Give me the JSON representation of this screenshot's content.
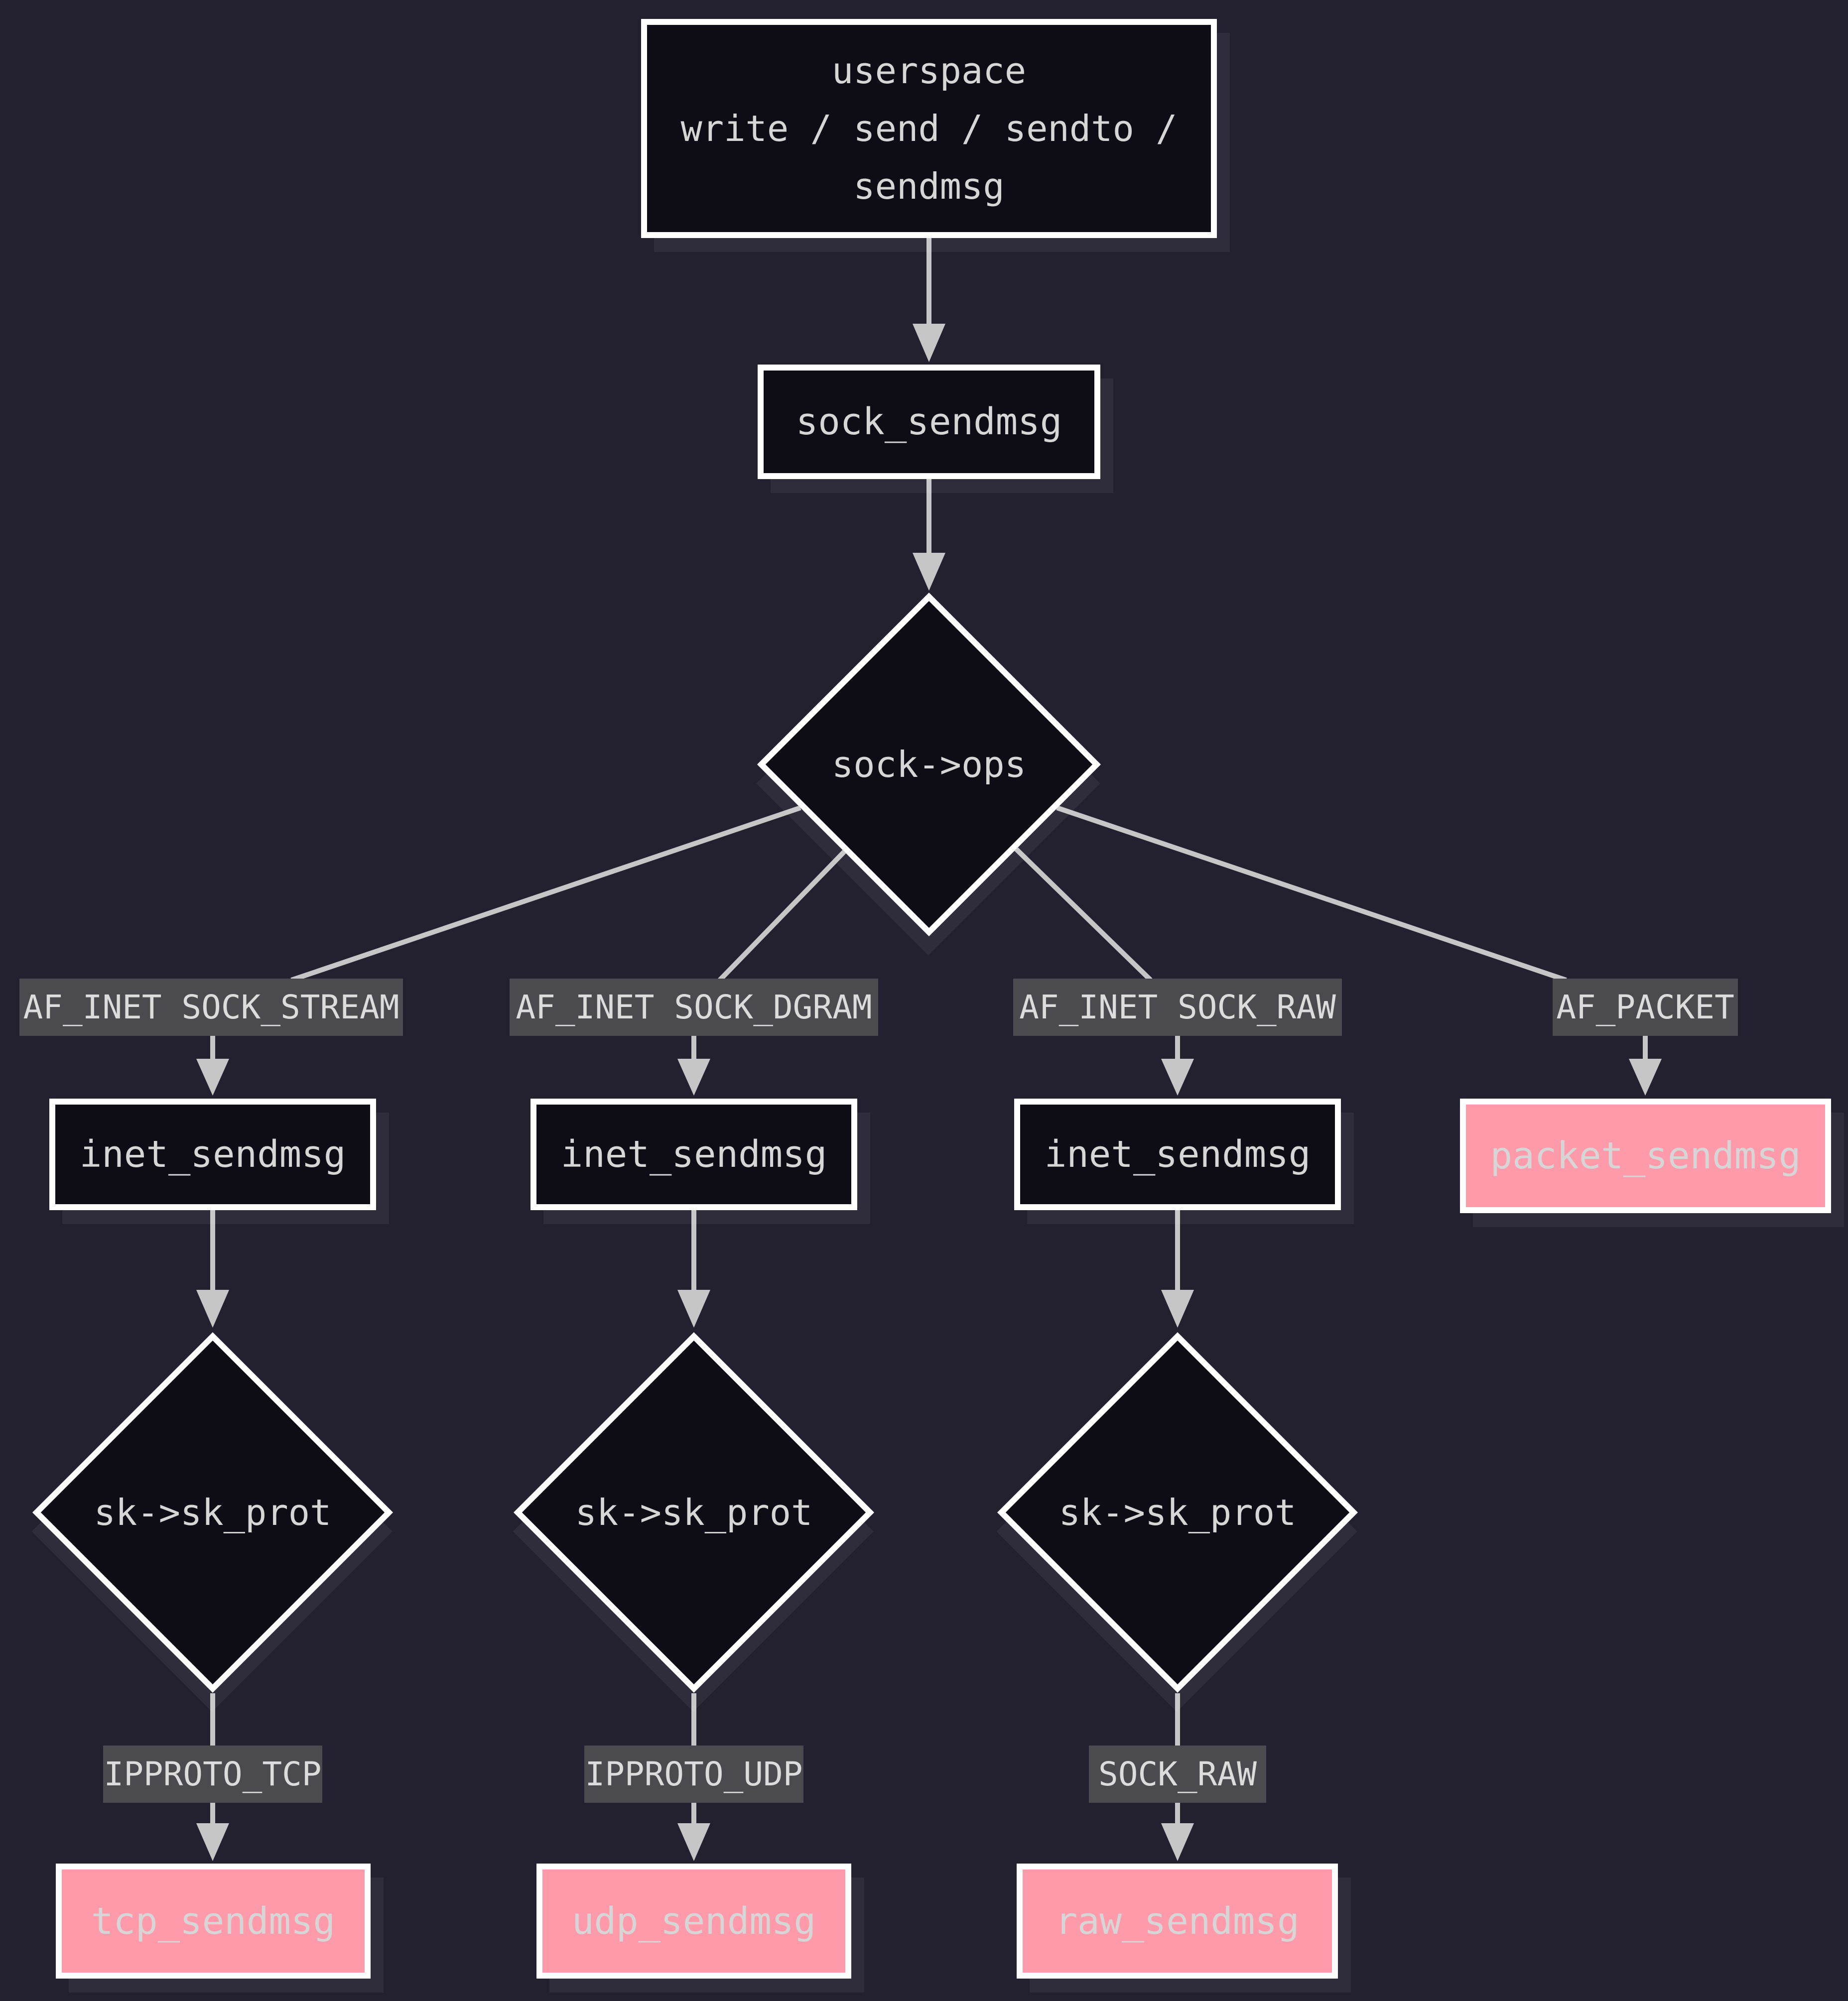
{
  "colors": {
    "background": "#232030",
    "node_fill": "#0e0c14",
    "node_border": "#ffffff",
    "node_text": "#d6d6d6",
    "pink_fill": "#ff9aab",
    "edge_line": "#c6c6c6",
    "edge_label_bg": "#4a4a4f",
    "edge_label_text": "#dcdcdc",
    "shadow": "rgba(255,255,255,0.06)"
  },
  "nodes": {
    "userspace": {
      "line1": "userspace",
      "line2": "write / send / sendto /",
      "line3": "sendmsg"
    },
    "sock_sendmsg": {
      "label": "sock_sendmsg"
    },
    "sock_ops": {
      "label": "sock->ops"
    },
    "inet_sendmsg_stream": {
      "label": "inet_sendmsg"
    },
    "inet_sendmsg_dgram": {
      "label": "inet_sendmsg"
    },
    "inet_sendmsg_raw": {
      "label": "inet_sendmsg"
    },
    "packet_sendmsg": {
      "label": "packet_sendmsg"
    },
    "sk_prot_tcp": {
      "label": "sk->sk_prot"
    },
    "sk_prot_udp": {
      "label": "sk->sk_prot"
    },
    "sk_prot_raw": {
      "label": "sk->sk_prot"
    },
    "tcp_sendmsg": {
      "label": "tcp_sendmsg"
    },
    "udp_sendmsg": {
      "label": "udp_sendmsg"
    },
    "raw_sendmsg": {
      "label": "raw_sendmsg"
    }
  },
  "edge_labels": {
    "af_inet_sock_stream": "AF_INET SOCK_STREAM",
    "af_inet_sock_dgram": "AF_INET SOCK_DGRAM",
    "af_inet_sock_raw": "AF_INET SOCK_RAW",
    "af_packet": "AF_PACKET",
    "ipproto_tcp": "IPPROTO_TCP",
    "ipproto_udp": "IPPROTO_UDP",
    "sock_raw": "SOCK_RAW"
  }
}
